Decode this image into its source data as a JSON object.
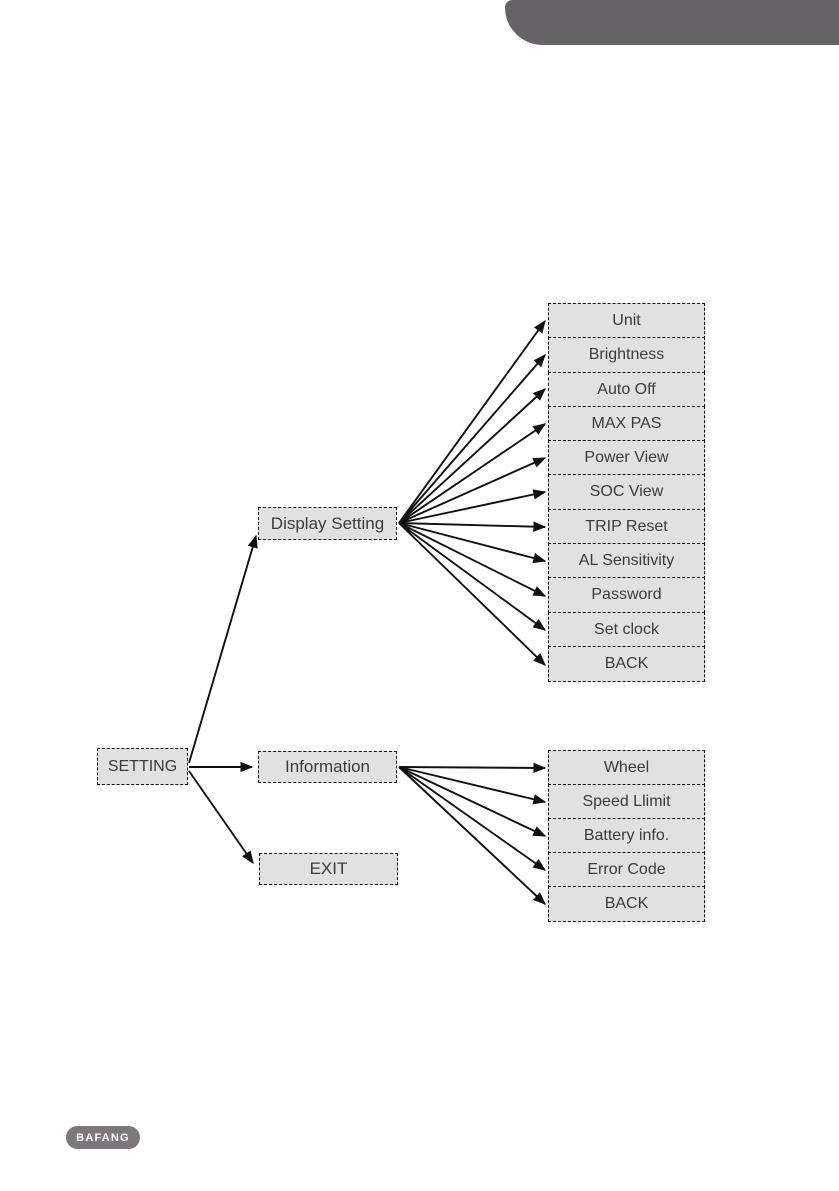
{
  "diagram": {
    "root_label": "SETTING",
    "branches": {
      "display_setting_label": "Display Setting",
      "information_label": "Information",
      "exit_label": "EXIT"
    },
    "display_items": [
      "Unit",
      "Brightness",
      "Auto Off",
      "MAX PAS",
      "Power View",
      "SOC View",
      "TRIP Reset",
      "AL Sensitivity",
      "Password",
      "Set clock",
      "BACK"
    ],
    "information_items": [
      "Wheel",
      "Speed Llimit",
      "Battery info.",
      "Error Code",
      "BACK"
    ]
  },
  "footer": {
    "logo_text": "BAFANG"
  },
  "colors": {
    "header_bar": "#656366",
    "box_fill": "#e2e1e1",
    "box_border": "#141414",
    "arrow": "#111111",
    "logo_bg": "#7b777a",
    "logo_text": "#ffffff",
    "text": "#3b3b3b"
  }
}
